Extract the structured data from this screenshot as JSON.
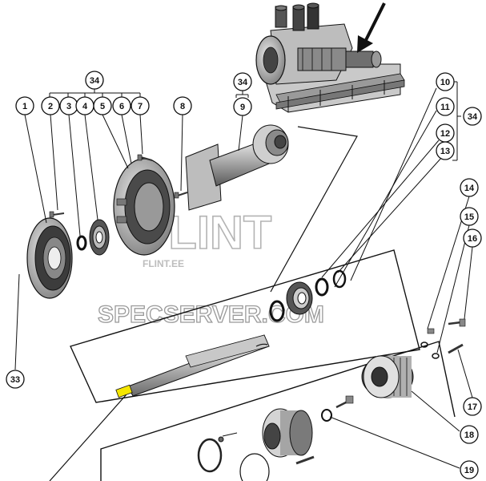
{
  "callouts": [
    "1",
    "2",
    "3",
    "4",
    "5",
    "6",
    "7",
    "8",
    "9",
    "10",
    "11",
    "12",
    "13",
    "14",
    "15",
    "16",
    "17",
    "18",
    "19",
    "33",
    "34"
  ],
  "watermarks": {
    "logo": "FLINT",
    "logo_domain": "FLINT.EE",
    "site": "SPECSERVER.COM"
  },
  "colors": {
    "line": "#111111",
    "part_light": "#d6d6d6",
    "part_mid": "#9c9c9c",
    "part_dark": "#3a3a3a",
    "highlight": "#f5e600"
  }
}
